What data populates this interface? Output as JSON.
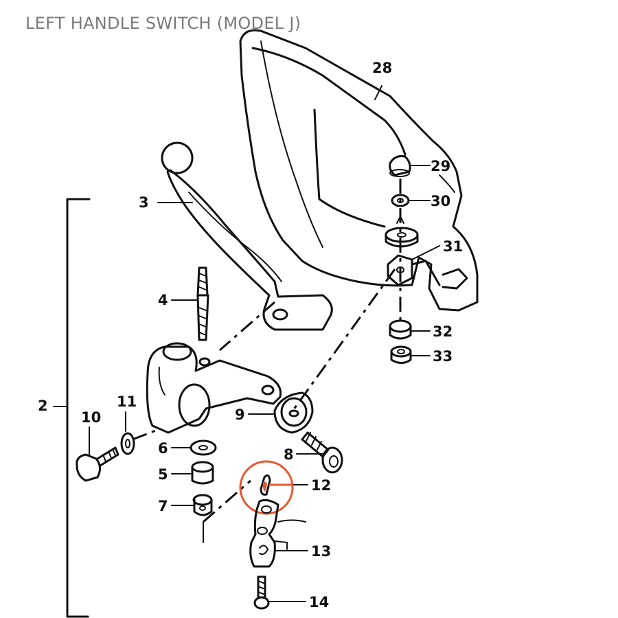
{
  "title": "LEFT HANDLE SWITCH (MODEL J)",
  "colors": {
    "highlight": "#e8552b",
    "ink": "#111111",
    "title": "#7a7a7a"
  },
  "labels": {
    "p2": "2",
    "p3": "3",
    "p4": "4",
    "p5": "5",
    "p6": "6",
    "p7": "7",
    "p8": "8",
    "p9": "9",
    "p10": "10",
    "p11": "11",
    "p12": "12",
    "p13": "13",
    "p14": "14",
    "p28": "28",
    "p29": "29",
    "p30": "30",
    "p31": "31",
    "p32": "32",
    "p33": "33"
  }
}
